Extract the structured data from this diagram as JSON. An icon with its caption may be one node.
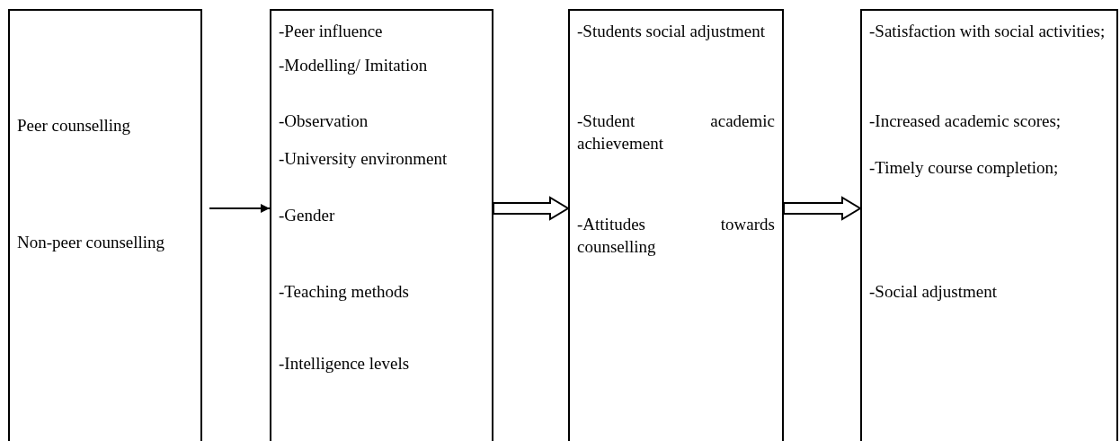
{
  "diagram": {
    "nodes": [
      {
        "text": [
          "Peer counselling",
          "Non-peer counselling"
        ]
      },
      {
        "text": [
          "-Peer influence",
          "-Modelling/ Imitation",
          "-Observation",
          "-University environment",
          "-Gender",
          "-Teaching methods",
          "-Intelligence levels"
        ]
      },
      {
        "text": [
          "-Students social adjustment",
          "-Student academic achievement",
          "-Attitudes towards counselling"
        ]
      },
      {
        "text": [
          "-Satisfaction with social activities;",
          "-Increased academic scores;",
          "-Timely course completion;",
          "-Social adjustment"
        ]
      }
    ],
    "edges": [
      {
        "from": 0,
        "to": 1,
        "arrow": "to"
      },
      {
        "from": 1,
        "to": 2,
        "arrow": "to",
        "style": "thick"
      },
      {
        "from": 2,
        "to": 3,
        "arrow": "to",
        "style": "thick"
      }
    ]
  }
}
